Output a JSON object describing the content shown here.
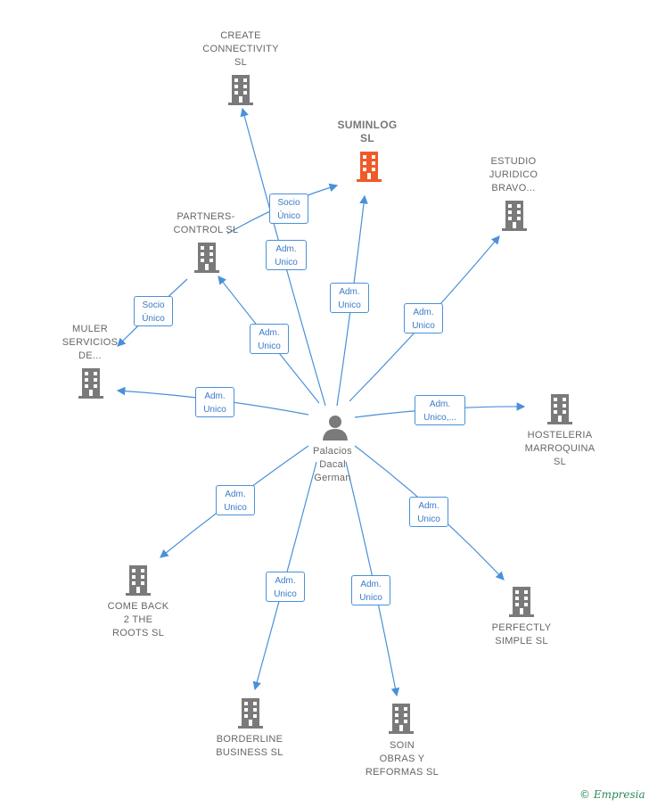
{
  "center": {
    "name": "Palacios\nDacal\nGerman"
  },
  "colors": {
    "edge": "#4a90d9",
    "building": "#7a7a7a",
    "highlight": "#f05a28"
  },
  "nodes": [
    {
      "id": "create",
      "label": "CREATE\nCONNECTIVITY\nSL"
    },
    {
      "id": "suminlog",
      "label": "SUMINLOG\nSL"
    },
    {
      "id": "estudio",
      "label": "ESTUDIO\nJURIDICO\nBRAVO..."
    },
    {
      "id": "partners",
      "label": "PARTNERS-\nCONTROL  SL"
    },
    {
      "id": "muler",
      "label": "MULER\nSERVICIOS\nDE..."
    },
    {
      "id": "hosteleria",
      "label": "HOSTELERIA\nMARROQUINA\nSL"
    },
    {
      "id": "comeback",
      "label": "COME BACK\n2 THE\nROOTS  SL"
    },
    {
      "id": "perfectly",
      "label": "PERFECTLY\nSIMPLE  SL"
    },
    {
      "id": "borderline",
      "label": "BORDERLINE\nBUSINESS  SL"
    },
    {
      "id": "soin",
      "label": "SOIN\nOBRAS Y\nREFORMAS  SL"
    }
  ],
  "edges": [
    {
      "id": "e-create",
      "label": "Adm.\nUnico"
    },
    {
      "id": "e-suminlog",
      "label": "Adm.\nUnico"
    },
    {
      "id": "e-partners-suminlog",
      "label": "Socio\nÚnico"
    },
    {
      "id": "e-estudio",
      "label": "Adm.\nUnico"
    },
    {
      "id": "e-partners",
      "label": "Adm.\nUnico"
    },
    {
      "id": "e-partners-muler",
      "label": "Socio\nÚnico"
    },
    {
      "id": "e-muler",
      "label": "Adm.\nUnico"
    },
    {
      "id": "e-hosteleria",
      "label": "Adm.\nUnico,..."
    },
    {
      "id": "e-comeback",
      "label": "Adm.\nUnico"
    },
    {
      "id": "e-perfectly",
      "label": "Adm.\nUnico"
    },
    {
      "id": "e-borderline",
      "label": "Adm.\nUnico"
    },
    {
      "id": "e-soin",
      "label": "Adm.\nUnico"
    }
  ],
  "brand": {
    "copyright": "©",
    "name": "Empresia"
  }
}
